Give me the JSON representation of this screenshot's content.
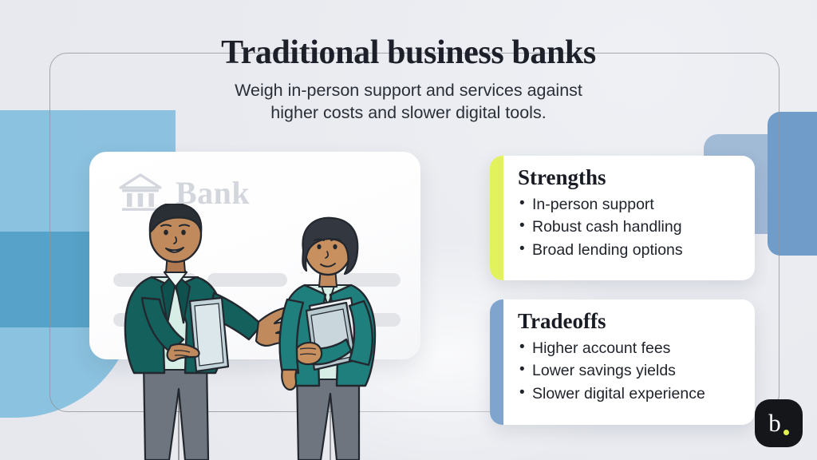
{
  "header": {
    "title": "Traditional business banks",
    "subtitle_line1": "Weigh in-person support and services against",
    "subtitle_line2": "higher costs and slower digital tools."
  },
  "illustration": {
    "bank_card": {
      "brand_label": "Bank",
      "icon": "bank-building-icon"
    },
    "figures": [
      {
        "name": "man-with-tablet"
      },
      {
        "name": "woman-with-folders"
      }
    ]
  },
  "cards": [
    {
      "id": "strengths",
      "heading": "Strengths",
      "accent_color": "#e2f25c",
      "bullets": [
        "In-person support",
        "Robust cash handling",
        "Broad lending options"
      ]
    },
    {
      "id": "tradeoffs",
      "heading": "Tradeoffs",
      "accent_color": "#7fa5ce",
      "bullets": [
        "Higher account fees",
        "Lower savings yields",
        "Slower digital experience"
      ]
    }
  ],
  "logo": {
    "mark": "b",
    "dot_color": "#e2f24f",
    "background_color": "#14161a"
  },
  "theme": {
    "background": "#eceef2",
    "title_color": "#1d2029",
    "blue_accent": "#7ebcdd",
    "blue_deep": "#4e9cc4",
    "blue_right": "#6f9cc8",
    "teal_jacket": "#13605c",
    "teal_cardigan": "#1f7f7d"
  }
}
